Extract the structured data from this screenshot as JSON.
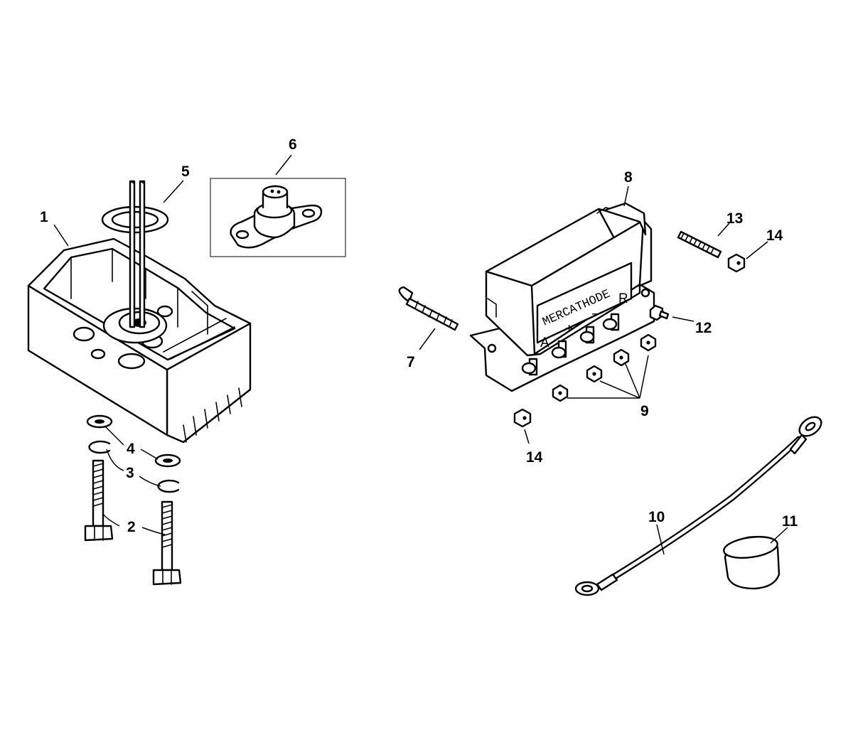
{
  "callouts": {
    "c1": "1",
    "c2": "2",
    "c3": "3",
    "c4": "4",
    "c5": "5",
    "c6": "6",
    "c7": "7",
    "c8": "8",
    "c9": "9",
    "c10": "10",
    "c11": "11",
    "c12": "12",
    "c13": "13",
    "c14a": "14",
    "c14b": "14"
  },
  "controller": {
    "brand": "MERCATHODE",
    "terminals": {
      "a": "A",
      "plus": "+",
      "minus": "−",
      "r": "R"
    }
  }
}
